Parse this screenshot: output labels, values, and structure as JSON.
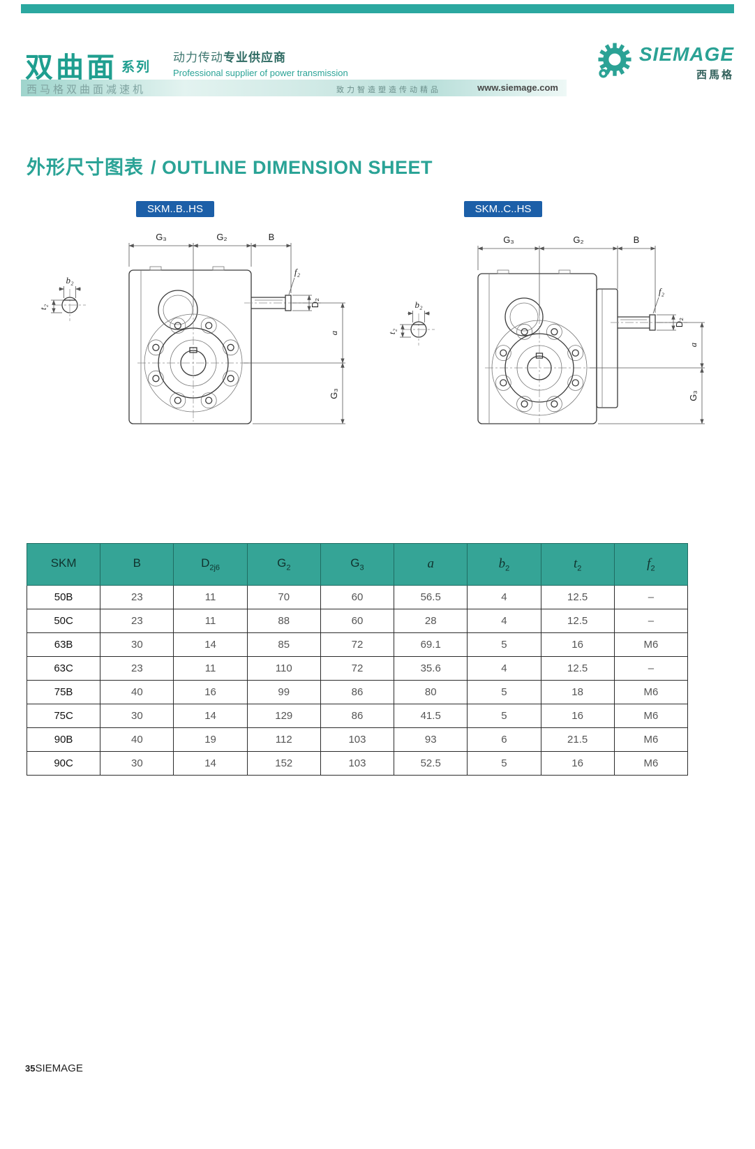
{
  "header": {
    "series_title": "双曲面",
    "series_suffix": "系列",
    "sub_banner": "西马格双曲面减速机",
    "supplier_cn_regular": "动力传动",
    "supplier_cn_bold": "专业供应商",
    "supplier_en": "Professional supplier of power transmission",
    "slogan": "致力智造塑造传动精品",
    "website": "www.siemage.com",
    "logo_name": "SIEMAGE",
    "logo_cn": "西馬格"
  },
  "section": {
    "title_cn": "外形尺寸图表",
    "title_en": "/ OUTLINE DIMENSION SHEET"
  },
  "diagrams": [
    {
      "label": "SKM..B..HS",
      "dims": {
        "g3_top": "G₃",
        "g2_top": "G₂",
        "b_top": "B",
        "b2": "b₂",
        "t2": "t₂",
        "f2": "f₂",
        "d2": "D₂",
        "a": "a",
        "g3_side": "G₃"
      }
    },
    {
      "label": "SKM..C..HS",
      "dims": {
        "g3_top": "G₃",
        "g2_top": "G₂",
        "b_top": "B",
        "b2": "b₂",
        "t2": "t₂",
        "f2": "f₂",
        "d2": "D₂",
        "a": "a",
        "g3_side": "G₃"
      }
    }
  ],
  "table": {
    "headers": [
      {
        "main": "SKM",
        "sub": ""
      },
      {
        "main": "B",
        "sub": ""
      },
      {
        "main": "D",
        "sub": "2j6"
      },
      {
        "main": "G",
        "sub": "2"
      },
      {
        "main": "G",
        "sub": "3"
      },
      {
        "main": "a",
        "sub": ""
      },
      {
        "main": "b",
        "sub": "2"
      },
      {
        "main": "t",
        "sub": "2"
      },
      {
        "main": "f",
        "sub": "2"
      }
    ],
    "rows": [
      [
        "50B",
        "23",
        "11",
        "70",
        "60",
        "56.5",
        "4",
        "12.5",
        "–"
      ],
      [
        "50C",
        "23",
        "11",
        "88",
        "60",
        "28",
        "4",
        "12.5",
        "–"
      ],
      [
        "63B",
        "30",
        "14",
        "85",
        "72",
        "69.1",
        "5",
        "16",
        "M6"
      ],
      [
        "63C",
        "23",
        "11",
        "110",
        "72",
        "35.6",
        "4",
        "12.5",
        "–"
      ],
      [
        "75B",
        "40",
        "16",
        "99",
        "86",
        "80",
        "5",
        "18",
        "M6"
      ],
      [
        "75C",
        "30",
        "14",
        "129",
        "86",
        "41.5",
        "5",
        "16",
        "M6"
      ],
      [
        "90B",
        "40",
        "19",
        "112",
        "103",
        "93",
        "6",
        "21.5",
        "M6"
      ],
      [
        "90C",
        "30",
        "14",
        "152",
        "103",
        "52.5",
        "5",
        "16",
        "M6"
      ]
    ]
  },
  "footer": {
    "page_number": "35",
    "brand": "SIEMAGE"
  }
}
